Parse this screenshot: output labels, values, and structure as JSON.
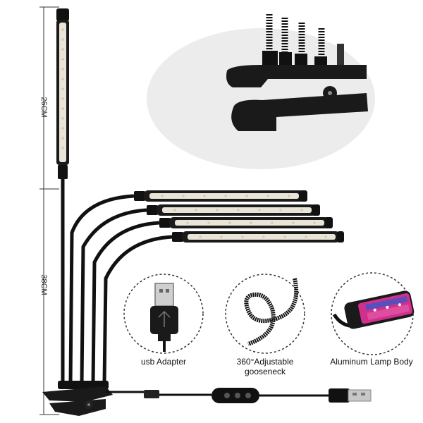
{
  "dimensions": {
    "top_length": "26CM",
    "bottom_length": "38CM"
  },
  "features": [
    {
      "caption_line1": "usb Adapter",
      "caption_line2": "",
      "icon": "usb-plug-icon"
    },
    {
      "caption_line1": "360°Adjustable",
      "caption_line2": "gooseneck",
      "icon": "gooseneck-icon"
    },
    {
      "caption_line1": "Aluminum Lamp Body",
      "caption_line2": "",
      "icon": "lamp-body-icon"
    }
  ],
  "colors": {
    "background": "#ffffff",
    "lamp_black": "#111111",
    "led_strip": "#e9e4d8",
    "led_dot": "#d9c7a3",
    "magenta_accent": "#d0308c",
    "blue_accent": "#3a57c9",
    "clip_bg": "#ececec"
  }
}
